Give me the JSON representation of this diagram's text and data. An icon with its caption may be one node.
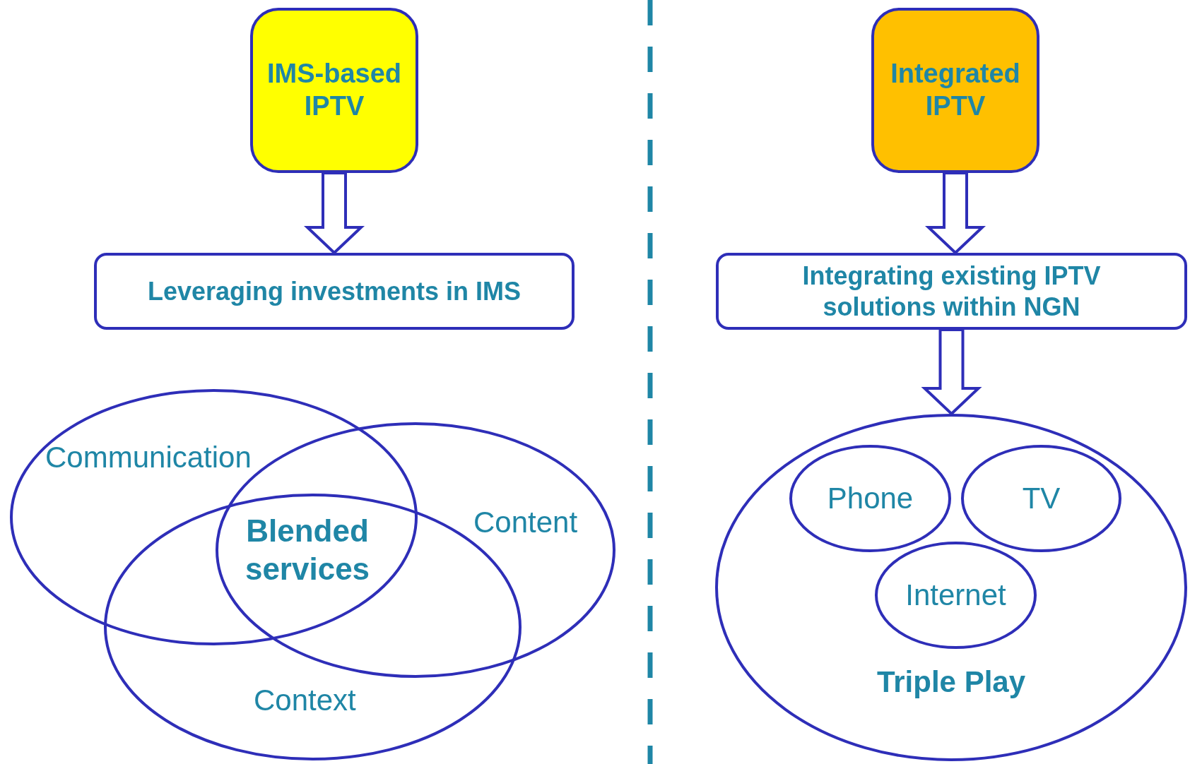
{
  "diagram": {
    "nodes": [
      {
        "text": [
          "IMS-based IPTV"
        ]
      },
      {
        "text": [
          "Leveraging investments in IMS"
        ]
      },
      {
        "text": [
          "Communication"
        ]
      },
      {
        "text": [
          "Content"
        ]
      },
      {
        "text": [
          "Context"
        ]
      },
      {
        "text": [
          "Integrated IPTV"
        ]
      },
      {
        "text": [
          "Integrating existing IPTV solutions within NGN"
        ]
      },
      {
        "text": [
          "Triple Play"
        ]
      },
      {
        "text": [
          "Phone"
        ],
        "in": 7
      },
      {
        "text": [
          "TV"
        ],
        "in": 7
      },
      {
        "text": [
          "Internet"
        ],
        "in": 7
      }
    ],
    "edges": [
      {
        "from": 0,
        "to": 1,
        "arrow": "to"
      },
      {
        "from": 5,
        "to": 6,
        "arrow": "to"
      },
      {
        "from": 6,
        "to": 7,
        "arrow": "to"
      }
    ],
    "labels": [
      "Blended services"
    ]
  }
}
